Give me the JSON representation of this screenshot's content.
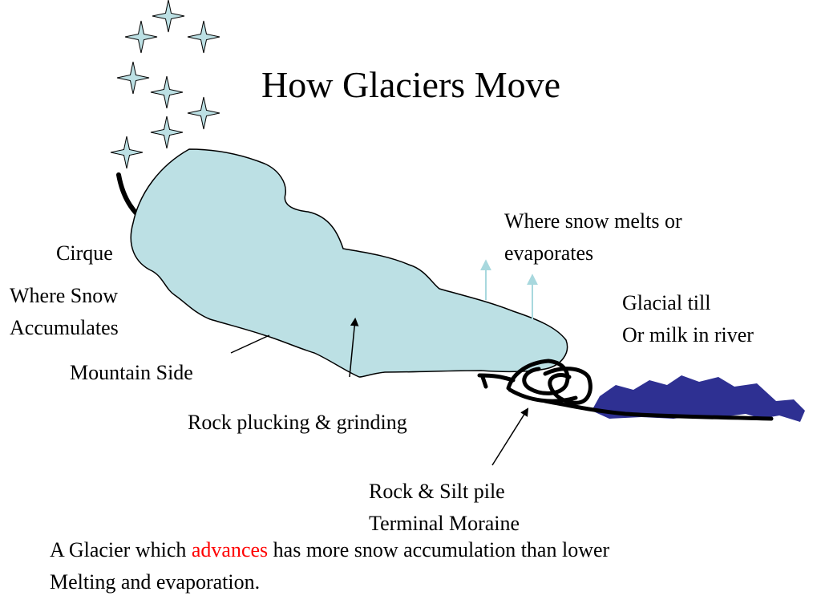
{
  "title": "How Glaciers Move",
  "labels": {
    "melt": [
      "Where snow melts or",
      "evaporates"
    ],
    "cirque": "Cirque",
    "accumulation": [
      "Where Snow",
      "Accumulates"
    ],
    "till": [
      "Glacial till",
      "Or milk in river"
    ],
    "mountain_side": "Mountain Side",
    "plucking": "Rock plucking & grinding",
    "moraine": [
      "Rock & Silt pile",
      "Terminal Moraine"
    ]
  },
  "caption": {
    "before": "A Glacier which ",
    "highlight": "advances",
    "after": " has more snow accumulation than lower",
    "line2": "Melting and evaporation."
  },
  "colors": {
    "ice": "#BCE0E4",
    "river": "#2E3092",
    "highlight": "#FF0000",
    "arrow": "#A8D8DE"
  },
  "icons": [
    "snowflake-icon"
  ]
}
